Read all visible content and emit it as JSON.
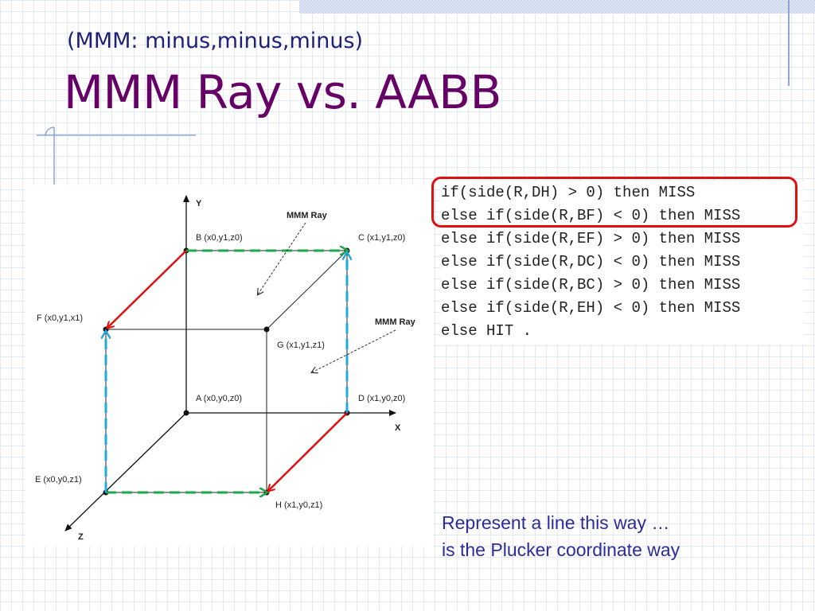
{
  "slide": {
    "subtitle": "(MMM: minus,minus,minus)",
    "title": "MMM Ray vs. AABB"
  },
  "figure": {
    "axis_y": "Y",
    "axis_x": "X",
    "axis_z": "Z",
    "ray_label_1": "MMM Ray",
    "ray_label_2": "MMM Ray",
    "points": {
      "A": "A (x0,y0,z0)",
      "B": "B (x0,y1,z0)",
      "C": "C (x1,y1,z0)",
      "D": "D (x1,y0,z0)",
      "E": "E (x0,y0,z1)",
      "F": "F (x0,y1,x1)",
      "G": "G (x1,y1,z1)",
      "H": "H (x1,y0,z1)"
    }
  },
  "code": {
    "lines": [
      "if(side(R,DH) > 0) then MISS",
      "else if(side(R,BF) < 0) then MISS",
      "else if(side(R,EF) > 0) then MISS",
      "else if(side(R,DC) < 0) then MISS",
      "else if(side(R,BC) > 0) then MISS",
      "else if(side(R,EH) < 0) then MISS",
      "else HIT ."
    ]
  },
  "note": {
    "line1": "Represent a line this way …",
    "line2": "is the Plucker coordinate way"
  },
  "colors": {
    "title": "#660066",
    "subtitle": "#1f1f7a",
    "note": "#2b2b9f",
    "highlight_border": "#e01010",
    "red_arrow": "#e01010",
    "green_arrow": "#1aa84a",
    "blue_arrow": "#22aadd"
  }
}
